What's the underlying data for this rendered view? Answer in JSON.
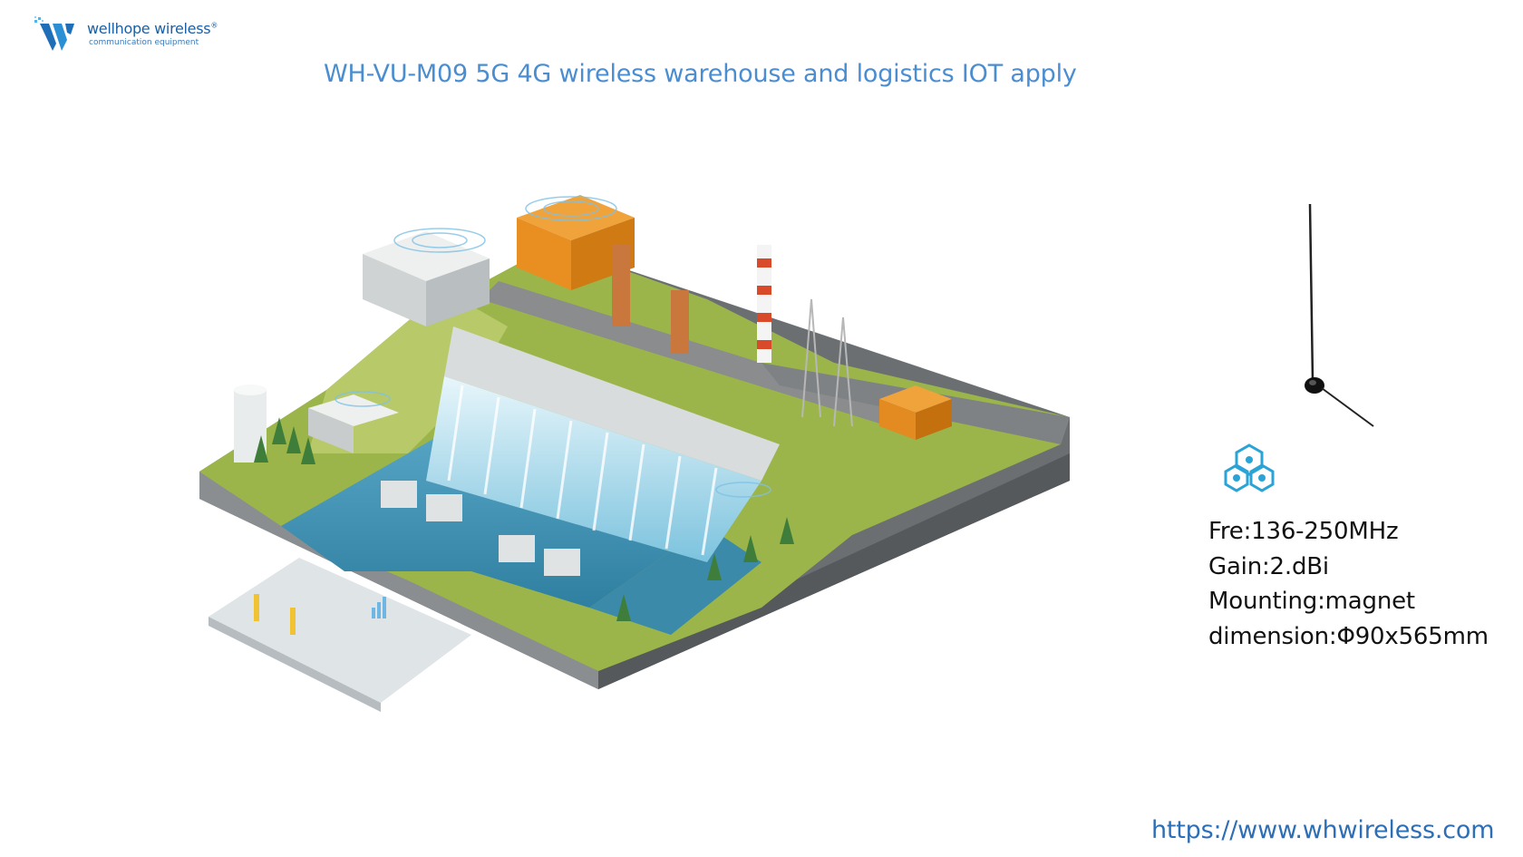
{
  "brand": {
    "name": "wellhope wireless",
    "registered": "®",
    "tagline": "communication equipment"
  },
  "title": "WH-VU-M09 5G 4G wireless warehouse and logistics IOT apply",
  "scene": {
    "icon": "hydropower-dam-iot-illustration"
  },
  "product": {
    "icon": "magnet-mount-whip-antenna"
  },
  "specs": {
    "icon": "hexagon-network-icon",
    "frequency": "Fre:136-250MHz",
    "gain": "Gain:2.dBi",
    "mounting": "Mounting:magnet",
    "dimension": "dimension:Φ90x565mm"
  },
  "url": "https://www.whwireless.com",
  "colors": {
    "title": "#4a8dd0",
    "brand": "#1b5fa3",
    "url": "#2d6fb6",
    "icon": "#2aa3d6",
    "water": "#3c8fb0",
    "grass": "#9bb54a"
  }
}
